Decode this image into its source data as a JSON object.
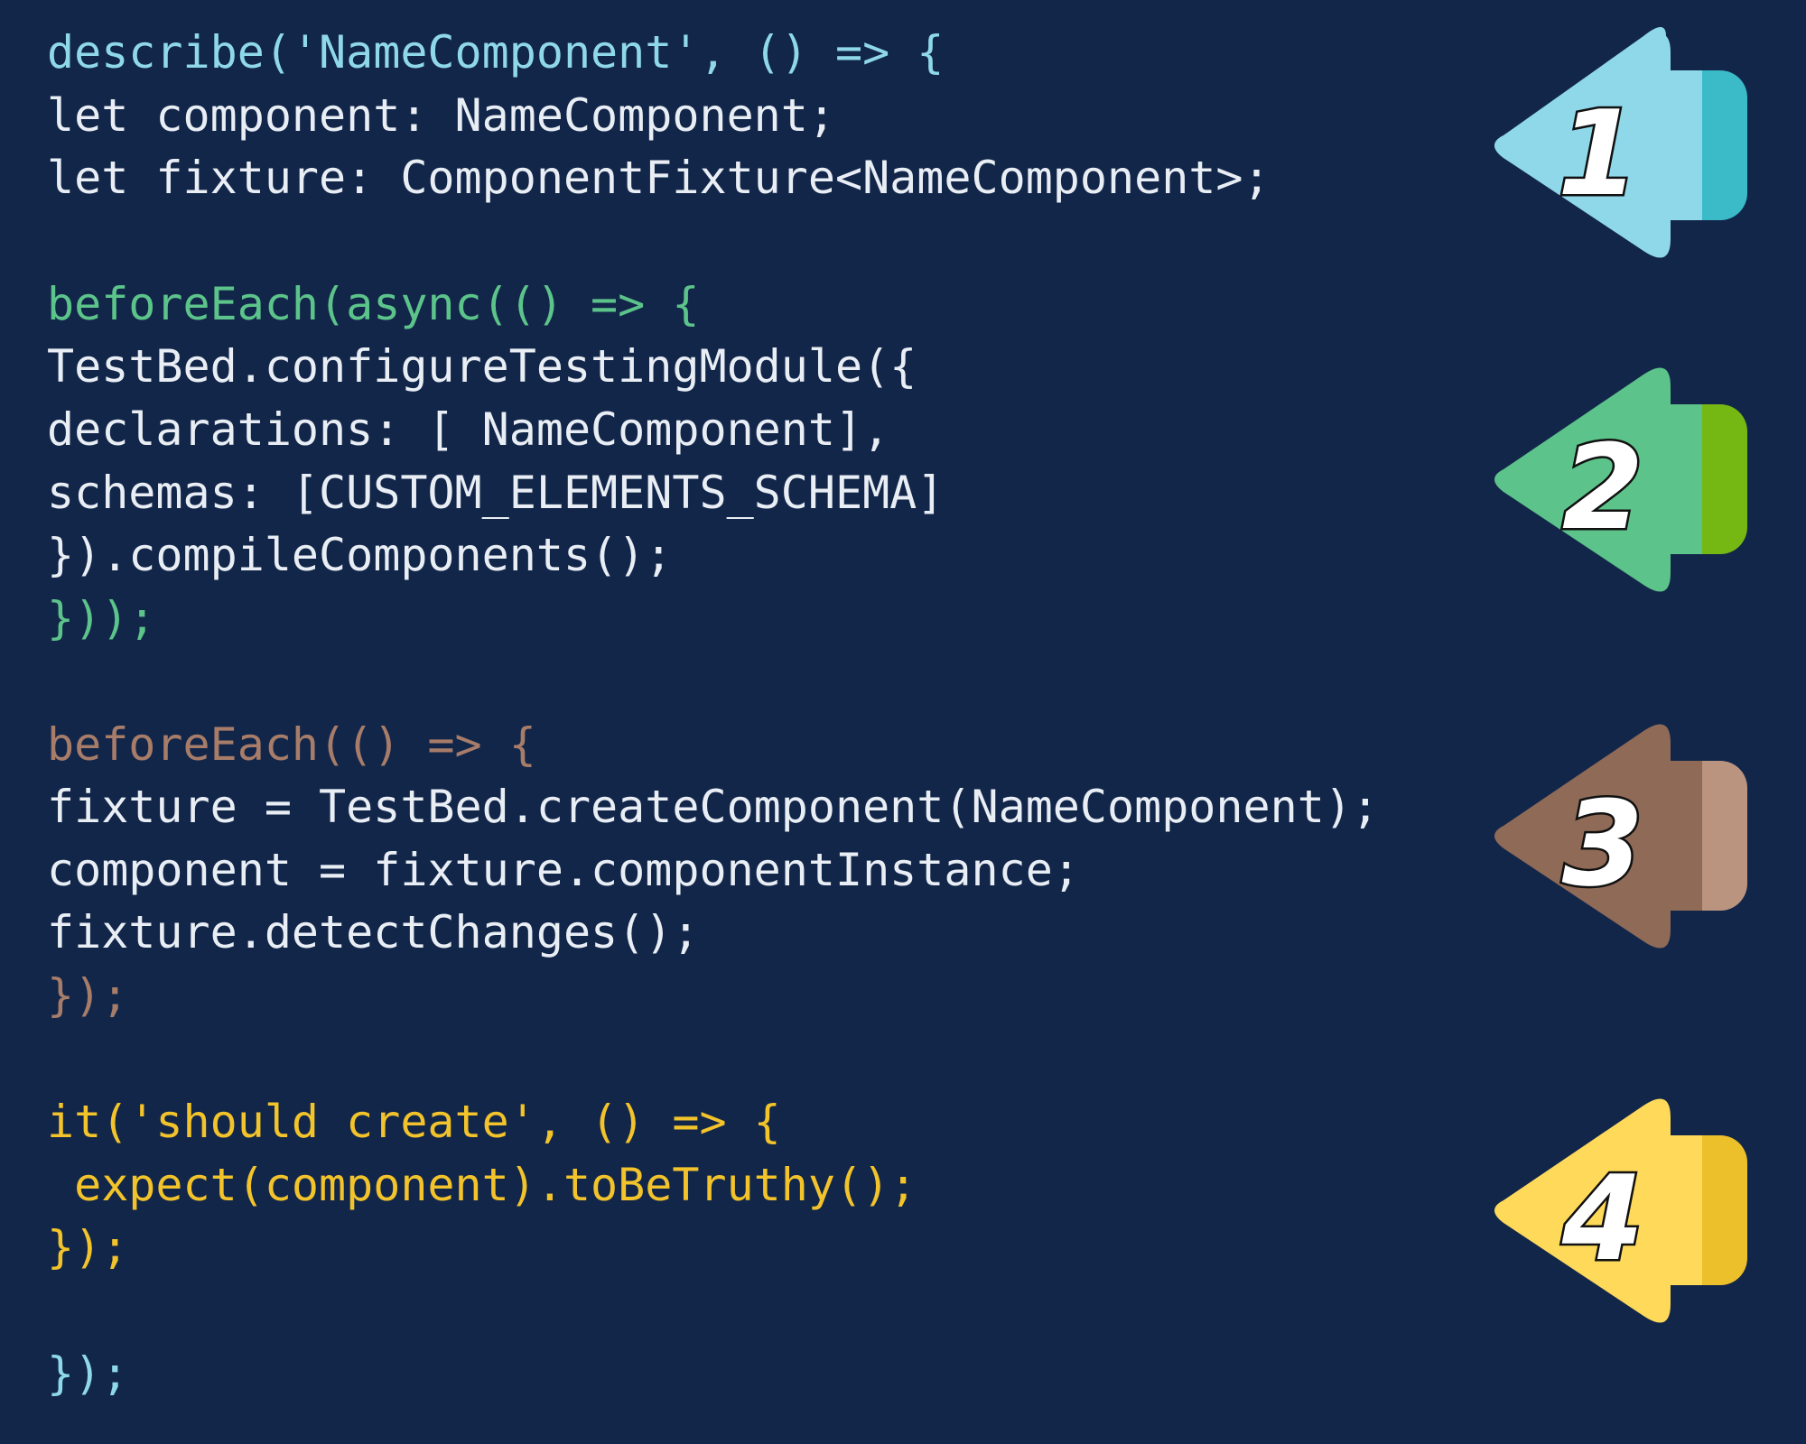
{
  "colors": {
    "background": "#12264a",
    "block1": "#8fd8ea",
    "block2": "#5cc48a",
    "block3": "#a77d6a",
    "block4": "#f2c32a",
    "body_text": "#e9eef5"
  },
  "code": {
    "describe_open": "describe('NameComponent', () => {",
    "let_component": "let component: NameComponent;",
    "let_fixture": "let fixture: ComponentFixture<NameComponent>;",
    "before_each_async_open": "beforeEach(async(() => {",
    "configure_testing_module": "TestBed.configureTestingModule({",
    "declarations": "declarations: [ NameComponent],",
    "schemas": "schemas: [CUSTOM_ELEMENTS_SCHEMA]",
    "compile_components": "}).compileComponents();",
    "before_each_async_close": "}));",
    "before_each_open": "beforeEach(() => {",
    "create_component": "fixture = TestBed.createComponent(NameComponent);",
    "component_instance": "component = fixture.componentInstance;",
    "detect_changes": "fixture.detectChanges();",
    "before_each_close": "});",
    "it_open": "it('should create', () => {",
    "expect_truthy": " expect(component).toBeTruthy();",
    "it_close": "});",
    "describe_close": "});"
  },
  "markers": [
    {
      "number": "1",
      "color": "#8fd8ea",
      "tab_color": "#3bbac8"
    },
    {
      "number": "2",
      "color": "#5cc48a",
      "tab_color": "#76b813"
    },
    {
      "number": "3",
      "color": "#8e6a57",
      "tab_color": "#bb9480"
    },
    {
      "number": "4",
      "color": "#ffd95a",
      "tab_color": "#ecc02b"
    }
  ]
}
